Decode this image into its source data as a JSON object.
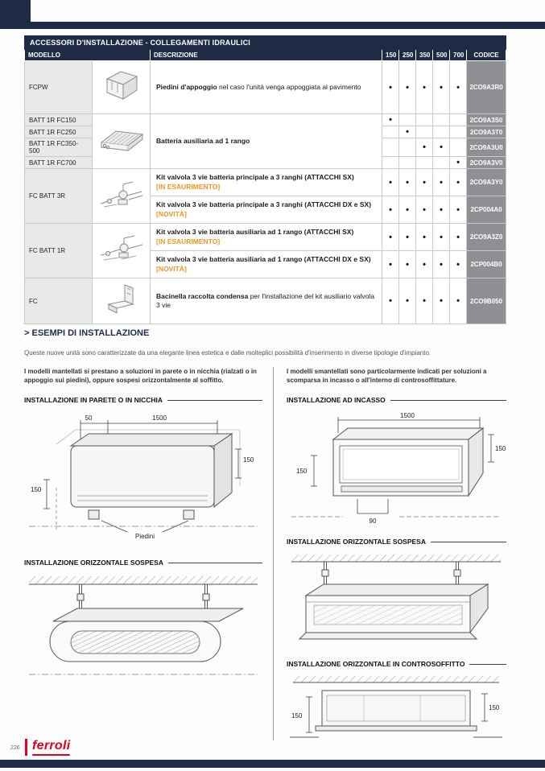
{
  "colors": {
    "navy": "#1f2b45",
    "orange": "#f7941d",
    "brand_red": "#e2001a",
    "code_gray": "#8f9094"
  },
  "table": {
    "title": "ACCESSORI D'INSTALLAZIONE - COLLEGAMENTI IDRAULICI",
    "col_modello": "MODELLO",
    "col_descrizione": "DESCRIZIONE",
    "col_codice": "CODICE",
    "size_cols": [
      "150",
      "250",
      "350",
      "500",
      "700"
    ],
    "batteria_desc": "Batteria ausiliaria ad 1 rango",
    "rows": [
      {
        "model": "FCPW",
        "desc_bold": "Piedini d'appoggio",
        "desc_rest": " nel caso l'unità venga appoggiata al pavimento",
        "dots": [
          "•",
          "•",
          "•",
          "•",
          "•"
        ],
        "code": "2CO9A3R0"
      },
      {
        "model": "BATT 1R FC150",
        "dots": [
          "•",
          "",
          "",
          "",
          ""
        ],
        "code": "2CO9A3S0"
      },
      {
        "model": "BATT 1R FC250",
        "dots": [
          "",
          "•",
          "",
          "",
          ""
        ],
        "code": "2CO9A3T0"
      },
      {
        "model": "BATT 1R FC350-500",
        "dots": [
          "",
          "",
          "•",
          "•",
          ""
        ],
        "code": "2CO9A3U0"
      },
      {
        "model": "BATT 1R FC700",
        "dots": [
          "",
          "",
          "",
          "",
          "•"
        ],
        "code": "2CO9A3V0"
      },
      {
        "model": "FC BATT 3R",
        "desc_bold": "Kit valvola 3 vie batteria principale a 3 ranghi (ATTACCHI SX)",
        "tag": "[IN ESAURIMENTO]",
        "dots": [
          "•",
          "•",
          "•",
          "•",
          "•"
        ],
        "code": "2CO9A3Y0"
      },
      {
        "desc_bold": "Kit valvola 3 vie batteria principale a 3 ranghi (ATTACCHI DX e SX)",
        "tag": "[NOVITÀ]",
        "dots": [
          "•",
          "•",
          "•",
          "•",
          "•"
        ],
        "code": "2CP004A0"
      },
      {
        "model": "FC BATT 1R",
        "desc_bold": "Kit valvola 3 vie batteria ausiliaria ad 1 rango (ATTACCHI SX)",
        "tag": "[IN ESAURIMENTO]",
        "dots": [
          "•",
          "•",
          "•",
          "•",
          "•"
        ],
        "code": "2CO9A3Z0"
      },
      {
        "desc_bold": "Kit valvola 3 vie batteria ausiliaria ad 1 rango (ATTACCHI DX e SX)",
        "tag": "[NOVITÀ]",
        "dots": [
          "•",
          "•",
          "•",
          "•",
          "•"
        ],
        "code": "2CP004B0"
      },
      {
        "model": "FC",
        "desc_bold": "Bacinella raccolta condensa",
        "desc_rest": " per l'installazione del kit ausiliario valvola 3 vie",
        "dots": [
          "•",
          "•",
          "•",
          "•",
          "•"
        ],
        "code": "2CO9B050"
      }
    ]
  },
  "esempi": {
    "heading": "> ESEMPI DI INSTALLAZIONE",
    "intro": "Queste nuove unità sono caratterizzate da una elegante linea estetica e dalle molteplici possibilità d'inserimento in diverse tipologie d'impianto.",
    "left": {
      "lead": "I modelli mantellati si prestano a soluzioni in parete o in nicchia (rialzati o in appoggio sui piedini), oppure sospesi orizzontalmente al soffitto.",
      "fig1": {
        "title": "INSTALLAZIONE IN PARETE O IN NICCHIA",
        "dims": {
          "a": "50",
          "b": "1500",
          "c": "150",
          "d": "150"
        },
        "label": "Piedini"
      },
      "fig2": {
        "title": "INSTALLAZIONE ORIZZONTALE SOSPESA"
      }
    },
    "right": {
      "lead": "I modelli smantellati sono particolarmente indicati per soluzioni a scomparsa in incasso o all'interno di controsoffittature.",
      "fig1": {
        "title": "INSTALLAZIONE AD INCASSO",
        "dims": {
          "a": "1500",
          "b": "150",
          "c": "150",
          "d": "90"
        }
      },
      "fig2": {
        "title": "INSTALLAZIONE ORIZZONTALE SOSPESA"
      },
      "fig3": {
        "title": "INSTALLAZIONE ORIZZONTALE IN CONTROSOFFITTO",
        "dims": {
          "a": "150",
          "b": "150"
        }
      }
    }
  },
  "footer": {
    "page_number": "226",
    "brand": "ferroli"
  }
}
